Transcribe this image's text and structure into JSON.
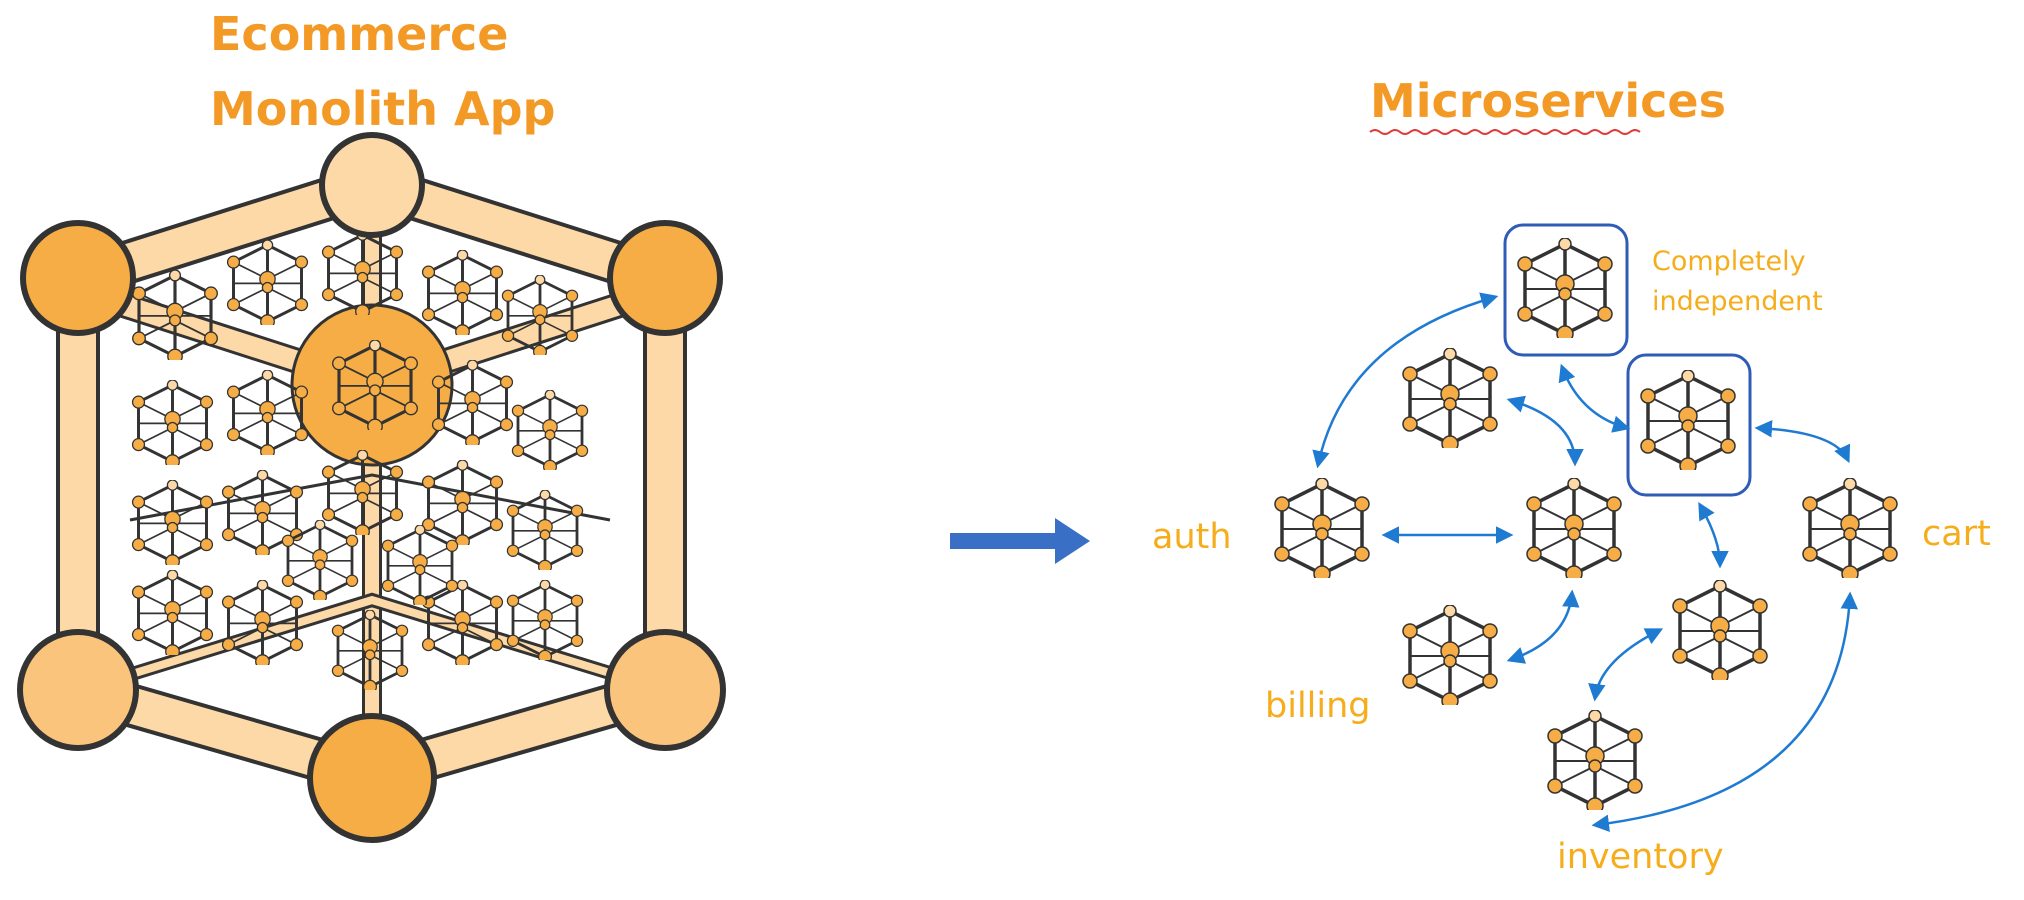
{
  "monolith": {
    "title_line1": "Ecommerce",
    "title_line2": "Monolith App"
  },
  "microservices": {
    "title": "Microservices",
    "annotation_line1": "Completely",
    "annotation_line2": "independent",
    "labels": {
      "auth": "auth",
      "cart": "cart",
      "billing": "billing",
      "inventory": "inventory"
    }
  },
  "colors": {
    "title_orange": "#f39a26",
    "label_yellow": "#f6ad1c",
    "cube_node": "#f6ad45",
    "cube_frame": "#fcd9a7",
    "outline": "#333333",
    "arrow_blue": "#3a6fc6",
    "link_blue": "#1f7bd1",
    "box_blue": "#2f5cb6"
  }
}
